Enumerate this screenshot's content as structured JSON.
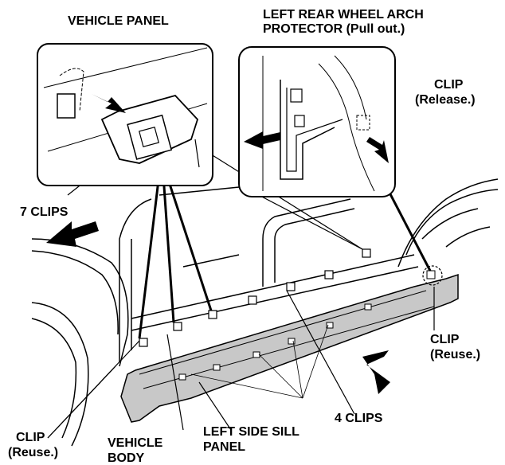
{
  "labels": {
    "vehicle_panel": "VEHICLE PANEL",
    "rear_arch_1": "LEFT REAR WHEEL ARCH",
    "rear_arch_2": "PROTECTOR (Pull out.)",
    "clip_release_1": "CLIP",
    "clip_release_2": "(Release.)",
    "seven_clips": "7 CLIPS",
    "clip_reuse_right_1": "CLIP",
    "clip_reuse_right_2": "(Reuse.)",
    "four_clips": "4 CLIPS",
    "clip_reuse_left_1": "CLIP",
    "clip_reuse_left_2": "(Reuse.)",
    "vehicle_body_1": "VEHICLE",
    "vehicle_body_2": "BODY",
    "sill_panel_1": "LEFT SIDE SILL",
    "sill_panel_2": "PANEL"
  },
  "colors": {
    "line": "#000000",
    "panel_fill": "#c8c8c8",
    "inset_fill": "#ffffff"
  }
}
